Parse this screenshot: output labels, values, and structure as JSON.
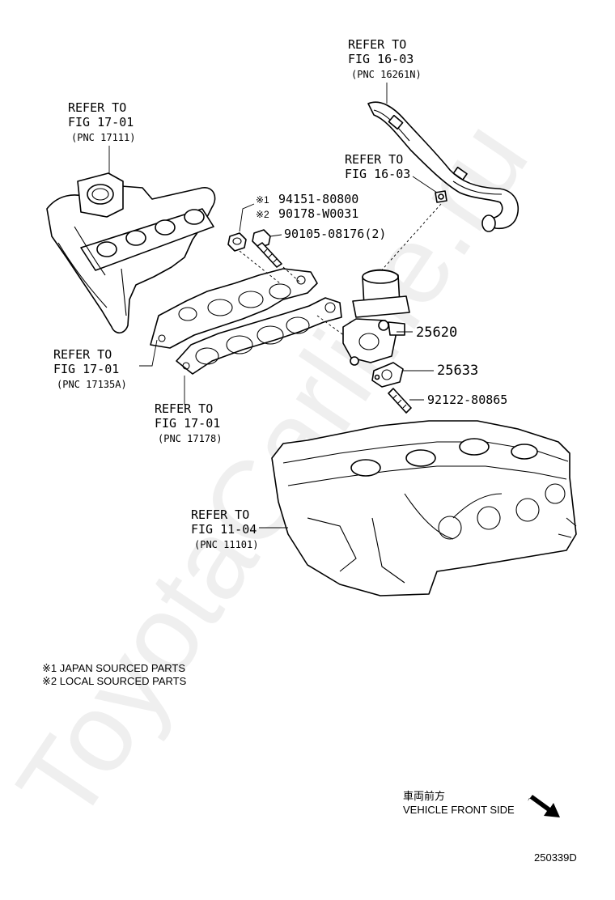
{
  "watermark": "ToyotaCarline.ru",
  "callouts": {
    "hose": {
      "line1": "REFER TO",
      "line2": "FIG 16-03",
      "pnc": "(PNC 16261N)"
    },
    "clamp": {
      "line1": "REFER TO",
      "line2": "FIG 16-03"
    },
    "manifold": {
      "line1": "REFER TO",
      "line2": "FIG 17-01",
      "pnc": "(PNC 17111)"
    },
    "gasket_outer": {
      "line1": "REFER TO",
      "line2": "FIG 17-01",
      "pnc": "(PNC 17135A)"
    },
    "gasket_inner": {
      "line1": "REFER TO",
      "line2": "FIG 17-01",
      "pnc": "(PNC 17178)"
    },
    "cylinder_head": {
      "line1": "REFER TO",
      "line2": "FIG 11-04",
      "pnc": "(PNC 11101)"
    }
  },
  "part_numbers": {
    "nut_jp_mark": "※1",
    "nut_jp": "94151-80800",
    "nut_local_mark": "※2",
    "nut_local": "90178-W0031",
    "bolt": "90105-08176(2)",
    "egr_valve": "25620",
    "egr_gasket": "25633",
    "stud": "92122-80865"
  },
  "notes": {
    "note1": "※1 JAPAN SOURCED PARTS",
    "note2": "※2 LOCAL SOURCED PARTS"
  },
  "direction": {
    "japanese": "車両前方",
    "english": "VEHICLE FRONT SIDE"
  },
  "figure_code": "250339D"
}
